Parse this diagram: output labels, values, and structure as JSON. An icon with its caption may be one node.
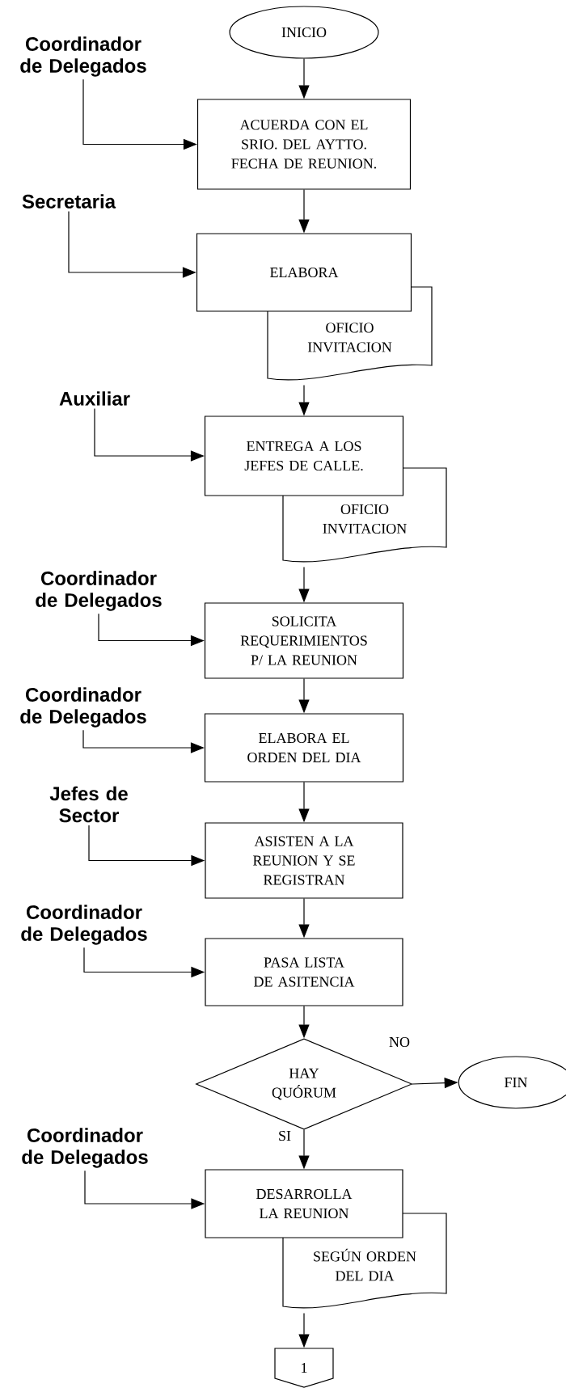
{
  "diagram": {
    "nodes": [
      {
        "text": [
          "INICIO"
        ]
      },
      {
        "text": [
          "Coordinador de Delegados"
        ]
      },
      {
        "text": [
          "ACUERDA CON EL SRIO. DEL AYTTO. FECHA DE REUNION."
        ]
      },
      {
        "text": [
          "Secretaria"
        ]
      },
      {
        "text": [
          "ELABORA"
        ]
      },
      {
        "text": [
          "OFICIO INVITACION"
        ]
      },
      {
        "text": [
          "Auxiliar"
        ]
      },
      {
        "text": [
          "ENTREGA A LOS JEFES DE CALLE."
        ]
      },
      {
        "text": [
          "OFICIO INVITACION"
        ]
      },
      {
        "text": [
          "Coordinador de Delegados"
        ]
      },
      {
        "text": [
          "SOLICITA REQUERIMIENTOS P/ LA REUNION"
        ]
      },
      {
        "text": [
          "Coordinador de Delegados"
        ]
      },
      {
        "text": [
          "ELABORA EL ORDEN DEL DIA"
        ]
      },
      {
        "text": [
          "Jefes de Sector"
        ]
      },
      {
        "text": [
          "ASISTEN A LA REUNION Y SE REGISTRAN"
        ]
      },
      {
        "text": [
          "Coordinador de Delegados"
        ]
      },
      {
        "text": [
          "PASA LISTA DE ASITENCIA"
        ]
      },
      {
        "text": [
          "HAY QUÓRUM"
        ]
      },
      {
        "text": [
          "FIN"
        ]
      },
      {
        "text": [
          "Coordinador de Delegados"
        ]
      },
      {
        "text": [
          "DESARROLLA LA REUNION"
        ]
      },
      {
        "text": [
          "SEGÚN ORDEN DEL DIA"
        ]
      },
      {
        "text": [
          "1"
        ]
      }
    ],
    "edges": [
      {
        "from": 0,
        "to": 2,
        "arrow": "to"
      },
      {
        "from": 1,
        "to": 2,
        "arrow": "to"
      },
      {
        "from": 2,
        "to": 4,
        "arrow": "to"
      },
      {
        "from": 3,
        "to": 4,
        "arrow": "to"
      },
      {
        "from": 5,
        "to": 7,
        "arrow": "to"
      },
      {
        "from": 6,
        "to": 7,
        "arrow": "to"
      },
      {
        "from": 8,
        "to": 10,
        "arrow": "to"
      },
      {
        "from": 9,
        "to": 10,
        "arrow": "to"
      },
      {
        "from": 10,
        "to": 12,
        "arrow": "to"
      },
      {
        "from": 11,
        "to": 12,
        "arrow": "to"
      },
      {
        "from": 12,
        "to": 14,
        "arrow": "to"
      },
      {
        "from": 13,
        "to": 14,
        "arrow": "to"
      },
      {
        "from": 14,
        "to": 16,
        "arrow": "to"
      },
      {
        "from": 15,
        "to": 16,
        "arrow": "to"
      },
      {
        "from": 16,
        "to": 17,
        "arrow": "to"
      },
      {
        "from": 17,
        "to": 18,
        "arrow": "to",
        "label": "NO"
      },
      {
        "from": 17,
        "to": 20,
        "arrow": "to",
        "label": "SI"
      },
      {
        "from": 19,
        "to": 20,
        "arrow": "to"
      },
      {
        "from": 21,
        "to": 22,
        "arrow": "to"
      }
    ]
  }
}
